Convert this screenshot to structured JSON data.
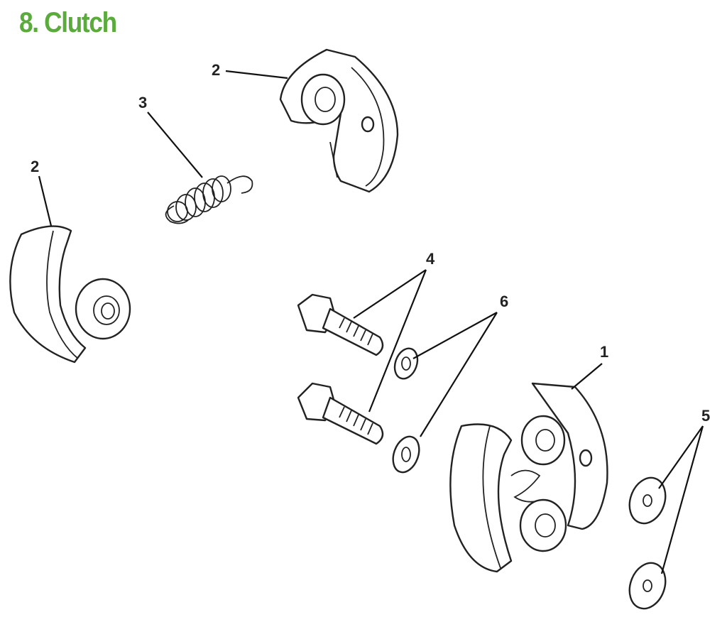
{
  "title": "8. Clutch",
  "callouts": [
    {
      "id": "shoe-top",
      "number": "2"
    },
    {
      "id": "spring",
      "number": "3"
    },
    {
      "id": "shoe-left",
      "number": "2"
    },
    {
      "id": "bolts",
      "number": "4"
    },
    {
      "id": "lock-washers",
      "number": "6"
    },
    {
      "id": "clutch-assembly",
      "number": "1"
    },
    {
      "id": "washers",
      "number": "5"
    }
  ]
}
